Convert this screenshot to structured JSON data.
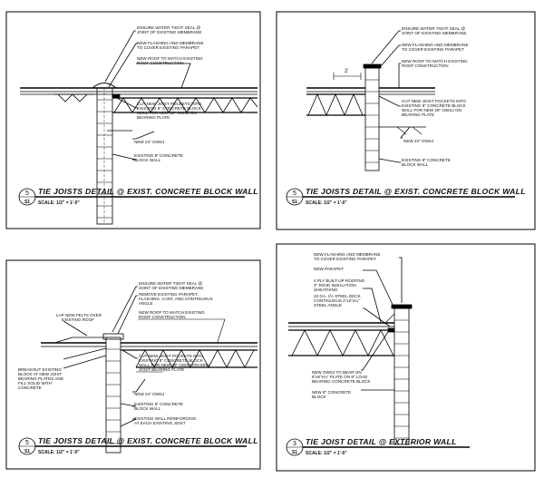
{
  "details": [
    {
      "number": "5",
      "sheet": "S1",
      "title": "TIE JOISTS DETAIL @ EXIST. CONCRETE BLOCK WALL",
      "scale": "SCALE: 1/2\" = 1'-0\"",
      "notes": [
        "ENSURE WATER TIGHT SEAL @",
        "JOINT OF EXISTING MEMBRANE",
        "NEW FLASHING AND MEMBRANE",
        "TO COVER EXISTING PARAPET",
        "NEW ROOF TO MATCH EXISTING",
        "ROOF CONSTRUCTION",
        "CUT NEW JOIST POCKETS INTO",
        "EXISTING 8\" CONCRETE BLOCK",
        "WALL FOR NEW 28\" OWSJ ON",
        "BEARING PLATE",
        "NEW 24\" OWSJ",
        "EXISTING 8\" CONCRETE",
        "BLOCK WALL"
      ]
    },
    {
      "number": "5",
      "sheet": "S1",
      "title": "TIE JOISTS DETAIL @ EXIST. CONCRETE BLOCK WALL",
      "scale": "SCALE: 1/2\" = 1'-0\"",
      "dimension": "2'",
      "notes": [
        "ENSURE WATER TIGHT SEAL @",
        "JOINT OF EXISTING MEMBRANE",
        "NEW FLASHING AND MEMBRANE",
        "TO COVER EXISTING PARAPET",
        "NEW ROOF TO MATCH EXISTING",
        "ROOF CONSTRUCTION",
        "CUT NEW JOIST POCKETS INTO",
        "EXISTING 8\" CONCRETE BLOCK",
        "WALL FOR NEW 28\" OWSJ ON",
        "BEARING PLATE",
        "NEW 24\" OWSJ",
        "EXISTING 8\" CONCRETE",
        "BLOCK WALL"
      ]
    },
    {
      "number": "5",
      "sheet": "S1",
      "title": "TIE JOISTS DETAIL @ EXIST. CONCRETE BLOCK WALL",
      "scale": "SCALE: 1/2\" = 1'-0\"",
      "left_notes": [
        "LAP NEW FELTS OVER",
        "EXISTING ROOF",
        "BREAKOUT EXISTING",
        "BLOCK AT NEW JOIST",
        "BEARING PLATES AND",
        "FILL SOLID WITH",
        "CONCRETE"
      ],
      "notes": [
        "ENSURE WATER TIGHT SEAL @",
        "JOINT OF EXISTING MEMBRANE",
        "REMOVE EXISTING PARAPET,",
        "FLASHING, CANT, AND CONTINUOUS",
        "ANGLE",
        "NEW ROOF TO MATCH EXISTING",
        "ROOF CONSTRUCTION",
        "CUT NEW JOIST POCKETS INTO",
        "EXISTING 8\" CONCRETE BLOCK",
        "WALL FOR NEW 28\" OWSJ ON NEW",
        "JOIST BEARING PLATE",
        "NEW 24\" OWSJ",
        "EXISTING 8\" CONCRETE",
        "BLOCK WALL",
        "EXISTING WALL REINFORCING",
        "AT EACH EXISTING JOIST"
      ]
    },
    {
      "number": "3",
      "sheet": "S1",
      "title": "TIE JOIST DETAIL @ EXTERIOR WALL",
      "scale": "SCALE: 1/2\" = 1'-0\"",
      "notes": [
        "NEW FLASHING AND MEMBRANE",
        "TO COVER EXISTING PARAPET",
        "NEW PARAPET",
        "4 PLY BUILT-UP ROOFING",
        "2\" RIGID INSULATION",
        "SHEATHING",
        "22 GA. 1½ STEEL DECK",
        "CONTINUOUS 2\"x2\"x¼\"",
        "STEEL ANGLE",
        "NEW OWSJ TO BEAR ON",
        "6\"x6\"x¼\" PLATE ON 8\" LOAD",
        "BEARING CONCRETE BLOCK",
        "NEW 8\" CONCRETE",
        "BLOCK"
      ]
    }
  ]
}
